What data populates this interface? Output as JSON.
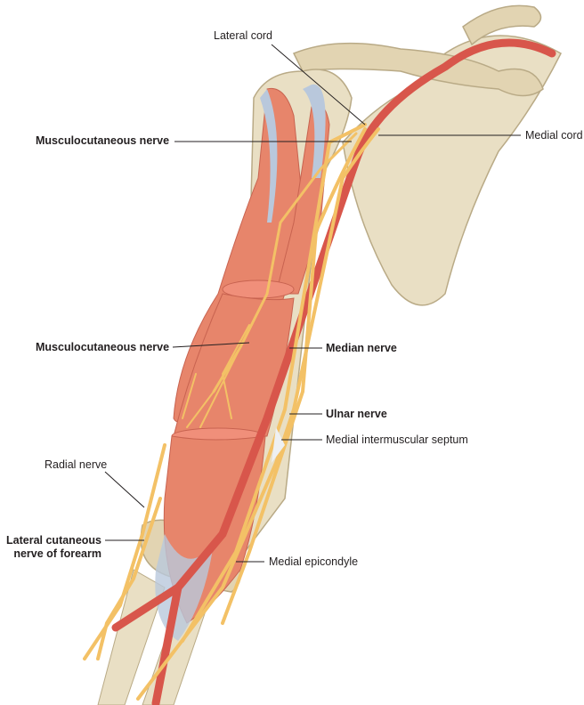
{
  "labels": {
    "lateral_cord": "Lateral cord",
    "musculocutaneous_upper": "Musculocutaneous nerve",
    "medial_cord": "Medial cord",
    "musculocutaneous_lower": "Musculocutaneous nerve",
    "median_nerve": "Median nerve",
    "ulnar_nerve": "Ulnar nerve",
    "medial_intermuscular_septum": "Medial intermuscular septum",
    "radial_nerve": "Radial nerve",
    "lateral_cutaneous_line1": "Lateral cutaneous",
    "lateral_cutaneous_line2": "nerve of forearm",
    "medial_epicondyle": "Medial epicondyle"
  },
  "colors": {
    "bone": "#e9dfc4",
    "muscle": "#e7856b",
    "tendon": "#b9c8dc",
    "nerve": "#f3c166",
    "artery": "#d8564b",
    "leader": "#231f20"
  }
}
